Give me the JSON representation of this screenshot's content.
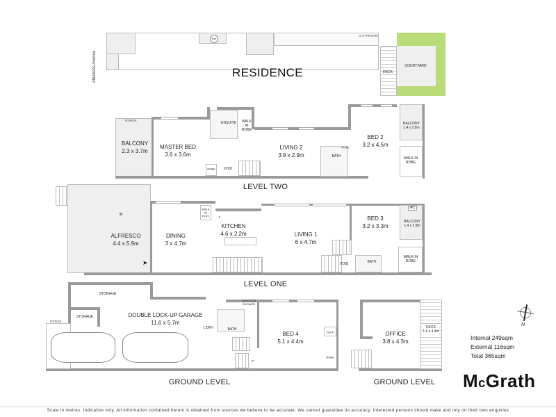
{
  "street": "Albatross Avenue",
  "residence": {
    "title": "RESIDENCE",
    "labels": {
      "hw": "HW",
      "clothesline": "CLOTHESLINE",
      "deck": "DECK",
      "courtyard": "COURTYARD"
    }
  },
  "levels": {
    "level_two": {
      "title": "LEVEL TWO",
      "rooms": [
        {
          "name": "BALCONY",
          "size": "2.3 x 3.7m"
        },
        {
          "name": "MASTER BED",
          "size": "3.6 x 3.6m"
        },
        {
          "name": "ENSUITE",
          "size": ""
        },
        {
          "name": "WALK IN ROBE",
          "size": ""
        },
        {
          "name": "LIVING 2",
          "size": "3.9 x 2.9m"
        },
        {
          "name": "BED 2",
          "size": "3.2 x 4.5m"
        },
        {
          "name": "BALCONY",
          "size": "1.4 x 2.8m"
        },
        {
          "name": "WALK-IN ROBE",
          "size": ""
        },
        {
          "name": "BATH",
          "size": ""
        }
      ],
      "small_labels": {
        "screen": "SCREEN",
        "robe": "ROBE",
        "void": "VOID",
        "robe2": "ROBE"
      }
    },
    "level_one": {
      "title": "LEVEL ONE",
      "rooms": [
        {
          "name": "ALFRESCO",
          "size": "4.4 x 5.9m"
        },
        {
          "name": "DINING",
          "size": "3 x 4.7m"
        },
        {
          "name": "KITCHEN",
          "size": "4.6 x 2.2m"
        },
        {
          "name": "LIVING 1",
          "size": "6 x 4.7m"
        },
        {
          "name": "BED 3",
          "size": "3.2 x 3.3m"
        },
        {
          "name": "BALCONY",
          "size": "1.4 x 2.8m"
        },
        {
          "name": "WALK-IN ROBE",
          "size": ""
        },
        {
          "name": "BATH",
          "size": ""
        }
      ],
      "small_labels": {
        "wip": "WALK IN PTRY",
        "f": "F",
        "void": "VOID",
        "ac": "AC"
      }
    },
    "ground_main": {
      "title": "GROUND LEVEL",
      "rooms": [
        {
          "name": "DOUBLE LOCK-UP GARAGE",
          "size": "11.6 x 5.7m"
        },
        {
          "name": "STORAGE",
          "size": ""
        },
        {
          "name": "STORAGE",
          "size": ""
        },
        {
          "name": "BED 4",
          "size": "5.1 x 4.4m"
        },
        {
          "name": "BATH",
          "size": ""
        },
        {
          "name": "L'DRY",
          "size": ""
        }
      ],
      "small_labels": {
        "screen": "SCREEN",
        "outdoor_shower": "OUTDOOR SHOWER",
        "cupd": "CUPD",
        "robe": "ROBE",
        "st": "ST"
      }
    },
    "ground_office": {
      "title": "GROUND LEVEL",
      "rooms": [
        {
          "name": "OFFICE",
          "size": "3.8 x 4.3m"
        },
        {
          "name": "DECK",
          "size": "1.6 x 4.4m"
        }
      ]
    }
  },
  "compass": {
    "label": "N"
  },
  "areas": {
    "internal": "Internal 249sqm",
    "external": "External 116sqm",
    "total": "Total 365sqm"
  },
  "brand": {
    "prefix": "M",
    "c": "c",
    "suffix": "Grath"
  },
  "disclaimer": "Scale in metres. Indicative only. All information contained herein is obtained from sources we believe to be accurate. We cannot guarantee its accuracy. Interested persons should make and rely on their own enquiries",
  "colors": {
    "wall": "#9a9a9a",
    "outdoor": "#efefef",
    "landscape": "#b9dc78",
    "text": "#222222"
  }
}
